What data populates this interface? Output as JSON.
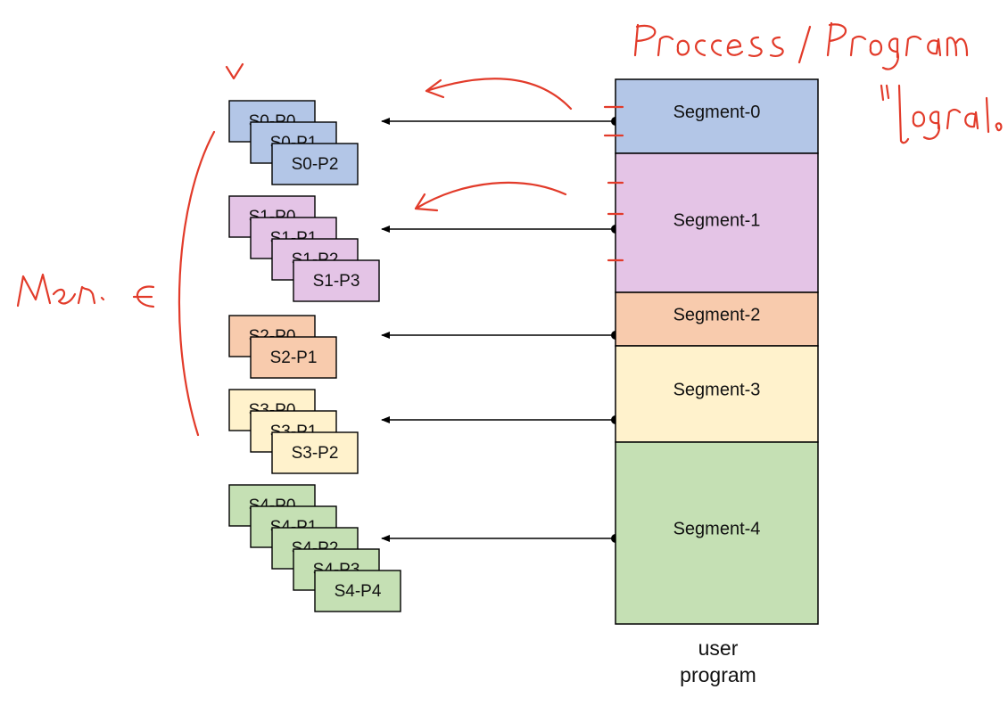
{
  "segments": [
    {
      "label": "Segment-0",
      "color": "#b3c6e7"
    },
    {
      "label": "Segment-1",
      "color": "#e4c4e6"
    },
    {
      "label": "Segment-2",
      "color": "#f8cbad"
    },
    {
      "label": "Segment-3",
      "color": "#fff2cc"
    },
    {
      "label": "Segment-4",
      "color": "#c5e0b4"
    }
  ],
  "page_groups": [
    {
      "color": "#b3c6e7",
      "pages": [
        "S0-P0",
        "S0-P1",
        "S0-P2"
      ]
    },
    {
      "color": "#e4c4e6",
      "pages": [
        "S1-P0",
        "S1-P1",
        "S1-P2",
        "S1-P3"
      ]
    },
    {
      "color": "#f8cbad",
      "pages": [
        "S2-P0",
        "S2-P1"
      ]
    },
    {
      "color": "#fff2cc",
      "pages": [
        "S3-P0",
        "S3-P1",
        "S3-P2"
      ]
    },
    {
      "color": "#c5e0b4",
      "pages": [
        "S4-P0",
        "S4-P1",
        "S4-P2",
        "S4-P3",
        "S4-P4"
      ]
    }
  ],
  "caption": {
    "line1": "user",
    "line2": "program"
  },
  "ink_color": "#e23b2a"
}
